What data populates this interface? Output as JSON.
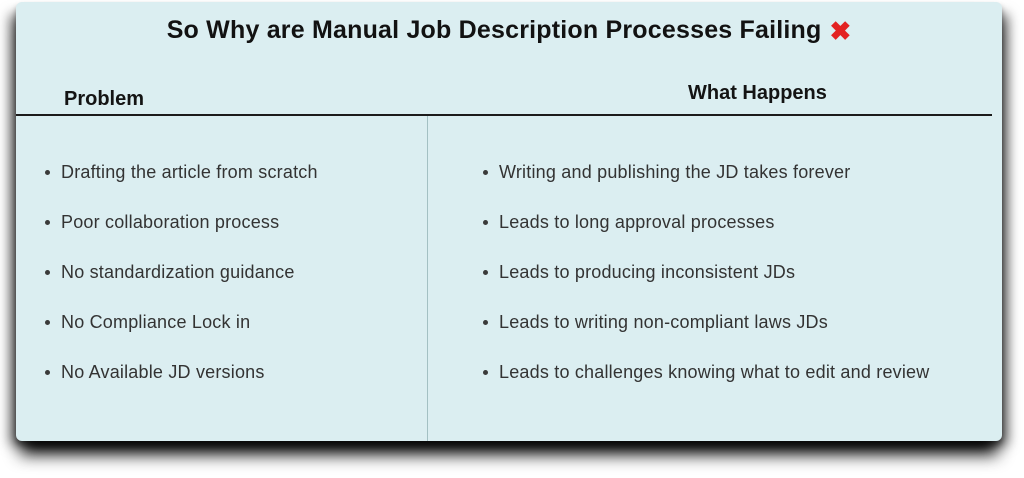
{
  "card": {
    "background": "#dbeef1",
    "title": "So Why are Manual Job Description Processes Failing",
    "title_icon": "✖",
    "title_icon_color": "#e32222",
    "columns": [
      {
        "header": "Problem",
        "items": [
          "Drafting the article from scratch",
          "Poor collaboration process",
          "No standardization guidance",
          "No Compliance Lock in",
          "No Available JD versions"
        ]
      },
      {
        "header": "What Happens",
        "items": [
          "Writing and publishing the JD takes forever",
          "Leads to long approval processes",
          "Leads to producing inconsistent JDs",
          "Leads to writing non-compliant laws JDs",
          "Leads to challenges knowing what to edit and review"
        ]
      }
    ]
  }
}
